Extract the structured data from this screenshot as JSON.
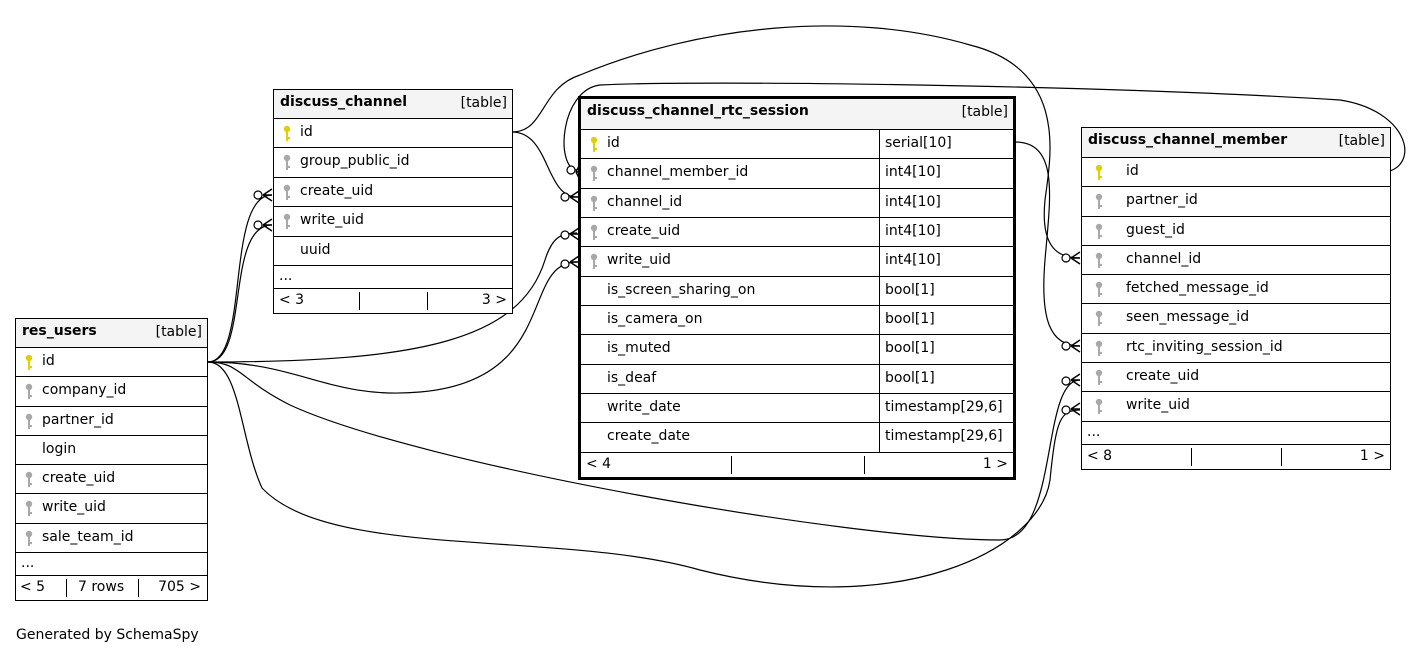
{
  "footer_text": "Generated by SchemaSpy",
  "colors": {
    "primary_key": "#e0d000",
    "foreign_key": "#a8a8a8",
    "header_bg": "#f4f4f4",
    "line": "#000000"
  },
  "tables": {
    "res_users": {
      "name": "res_users",
      "kind": "[table]",
      "columns": [
        "id",
        "company_id",
        "partner_id",
        "login",
        "create_uid",
        "write_uid",
        "sale_team_id"
      ],
      "keys": [
        "primary-key-icon",
        "foreign-key-icon",
        "foreign-key-icon",
        "",
        "foreign-key-icon",
        "foreign-key-icon",
        "foreign-key-icon"
      ],
      "ellipsis": "...",
      "footer": {
        "left": "< 5",
        "middle": "7 rows",
        "right": "705 >"
      }
    },
    "discuss_channel": {
      "name": "discuss_channel",
      "kind": "[table]",
      "columns": [
        "id",
        "group_public_id",
        "create_uid",
        "write_uid",
        "uuid"
      ],
      "keys": [
        "primary-key-icon",
        "foreign-key-icon",
        "foreign-key-icon",
        "foreign-key-icon",
        ""
      ],
      "ellipsis": "...",
      "footer": {
        "left": "< 3",
        "middle": "",
        "right": "3 >"
      }
    },
    "discuss_channel_rtc_session": {
      "name": "discuss_channel_rtc_session",
      "kind": "[table]",
      "columns": [
        "id",
        "channel_member_id",
        "channel_id",
        "create_uid",
        "write_uid",
        "is_screen_sharing_on",
        "is_camera_on",
        "is_muted",
        "is_deaf",
        "write_date",
        "create_date"
      ],
      "types": [
        "serial[10]",
        "int4[10]",
        "int4[10]",
        "int4[10]",
        "int4[10]",
        "bool[1]",
        "bool[1]",
        "bool[1]",
        "bool[1]",
        "timestamp[29,6]",
        "timestamp[29,6]"
      ],
      "keys": [
        "primary-key-icon",
        "foreign-key-icon",
        "foreign-key-icon",
        "foreign-key-icon",
        "foreign-key-icon",
        "",
        "",
        "",
        "",
        "",
        ""
      ],
      "footer": {
        "left": "< 4",
        "middle": "",
        "right": "1 >"
      }
    },
    "discuss_channel_member": {
      "name": "discuss_channel_member",
      "kind": "[table]",
      "columns": [
        "id",
        "partner_id",
        "guest_id",
        "channel_id",
        "fetched_message_id",
        "seen_message_id",
        "rtc_inviting_session_id",
        "create_uid",
        "write_uid"
      ],
      "keys": [
        "primary-key-icon",
        "foreign-key-icon",
        "foreign-key-icon",
        "foreign-key-icon",
        "foreign-key-icon",
        "foreign-key-icon",
        "foreign-key-icon",
        "foreign-key-icon",
        "foreign-key-icon"
      ],
      "ellipsis": "...",
      "footer": {
        "left": "< 8",
        "middle": "",
        "right": "1 >"
      }
    }
  }
}
